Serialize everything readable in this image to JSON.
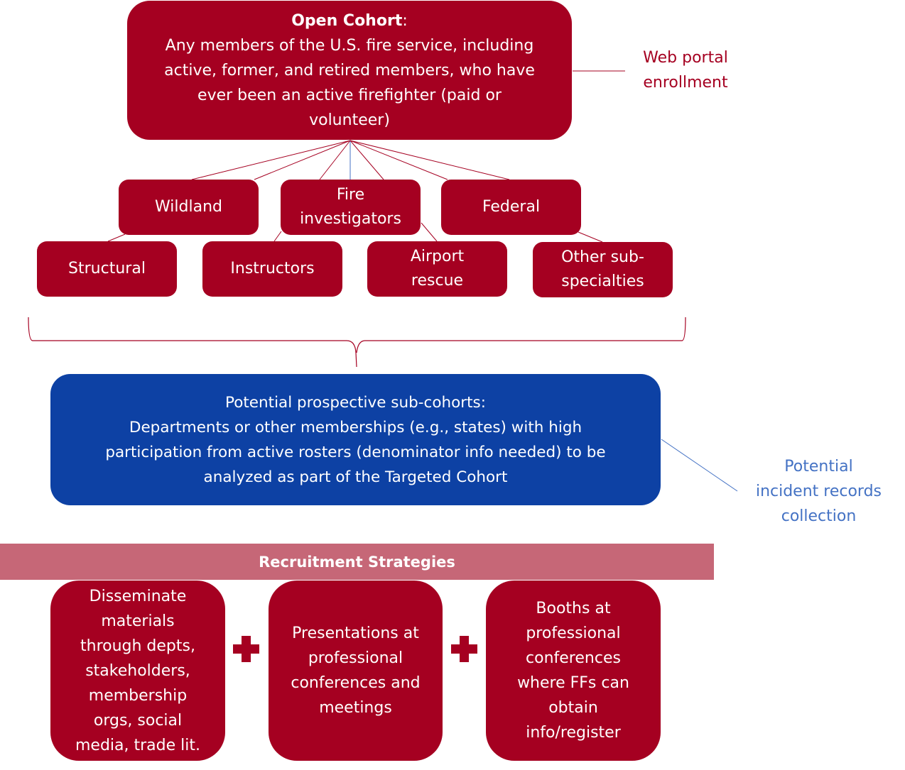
{
  "open_cohort": {
    "title": "Open Cohort",
    "title_suffix": ":",
    "lines": [
      "Any members of the U.S. fire service, including",
      "active, former, and retired members, who have",
      "ever been an active firefighter (paid or",
      "volunteer)"
    ]
  },
  "web_portal_label": [
    "Web portal",
    "enrollment"
  ],
  "subspecialties": {
    "wildland": [
      "Wildland"
    ],
    "fire_investigators": [
      "Fire",
      "investigators"
    ],
    "federal": [
      "Federal"
    ],
    "structural": [
      "Structural"
    ],
    "instructors": [
      "Instructors"
    ],
    "airport_rescue": [
      "Airport",
      "rescue"
    ],
    "other": [
      "Other sub-",
      "specialties"
    ]
  },
  "sub_cohorts": {
    "lines": [
      "Potential prospective sub-cohorts:",
      "Departments or other memberships (e.g., states) with high",
      "participation from active rosters (denominator info needed) to be",
      "analyzed as part of the Targeted Cohort"
    ]
  },
  "incident_label": [
    "Potential",
    "incident records",
    "collection"
  ],
  "recruitment": {
    "title": "Recruitment Strategies",
    "strategies": [
      [
        "Disseminate",
        "materials",
        "through depts,",
        "stakeholders,",
        "membership",
        "orgs, social",
        "media, trade lit."
      ],
      [
        "Presentations at",
        "professional",
        "conferences and",
        "meetings"
      ],
      [
        "Booths at",
        "professional",
        "conferences",
        "where FFs can",
        "obtain",
        "info/register"
      ]
    ]
  },
  "colors": {
    "cohort_red": "#A50021",
    "subcohort_blue": "#0D41A4",
    "banner_pink": "#C66777",
    "incident_text_blue": "#4472C4"
  }
}
